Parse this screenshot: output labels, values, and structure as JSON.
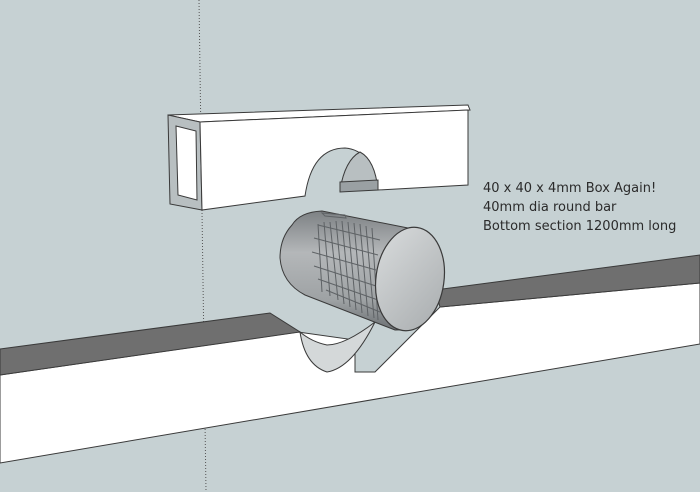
{
  "canvas": {
    "background_color": "#c6d1d3",
    "guide_color": "#555555",
    "edge_color": "#3a3a3a"
  },
  "model": {
    "box_section": {
      "name": "box-section",
      "face_color": "#ffffff",
      "end_shade_color": "#b8bfc1",
      "inner_color": "#d4d8d9"
    },
    "bottom_section": {
      "name": "bottom-section",
      "top_color": "#6f6f6f",
      "front_color": "#ffffff"
    },
    "round_bar": {
      "name": "round-bar",
      "body_color": "#a6a9ab",
      "grooved_color": "#8f9396",
      "end_face_color": "#c9ccce"
    }
  },
  "notes": {
    "lines": [
      "40 x 40 x 4mm Box Again!",
      "40mm dia round bar",
      "Bottom section 1200mm long"
    ]
  }
}
